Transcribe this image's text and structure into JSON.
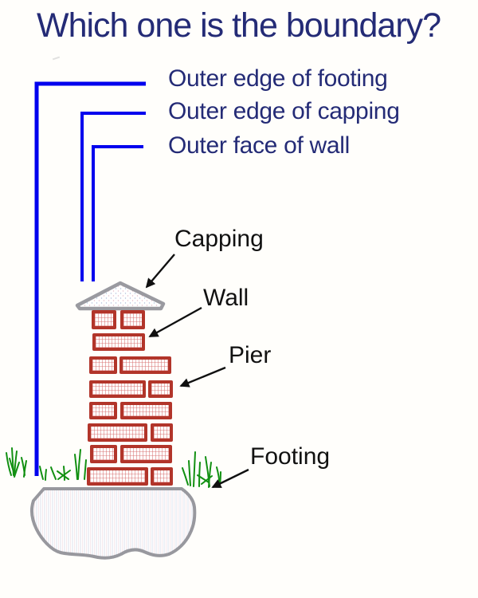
{
  "diagram": {
    "title": "Which one is the boundary?",
    "boundary_options": [
      {
        "label": "Outer edge of footing"
      },
      {
        "label": "Outer edge of capping"
      },
      {
        "label": "Outer face of wall"
      }
    ],
    "parts": {
      "capping": "Capping",
      "wall": "Wall",
      "pier": "Pier",
      "footing": "Footing"
    },
    "colors": {
      "leader_line": "#0202ee",
      "heading_text": "#242b76",
      "part_label_text": "#111111",
      "brick_border": "#b2352a",
      "brick_hatch": "#d66868",
      "capping_outline": "#9a9aa0",
      "footing_outline": "#98989e",
      "grass": "#129012",
      "arrow": "#101010",
      "background": "#fffefb"
    }
  }
}
